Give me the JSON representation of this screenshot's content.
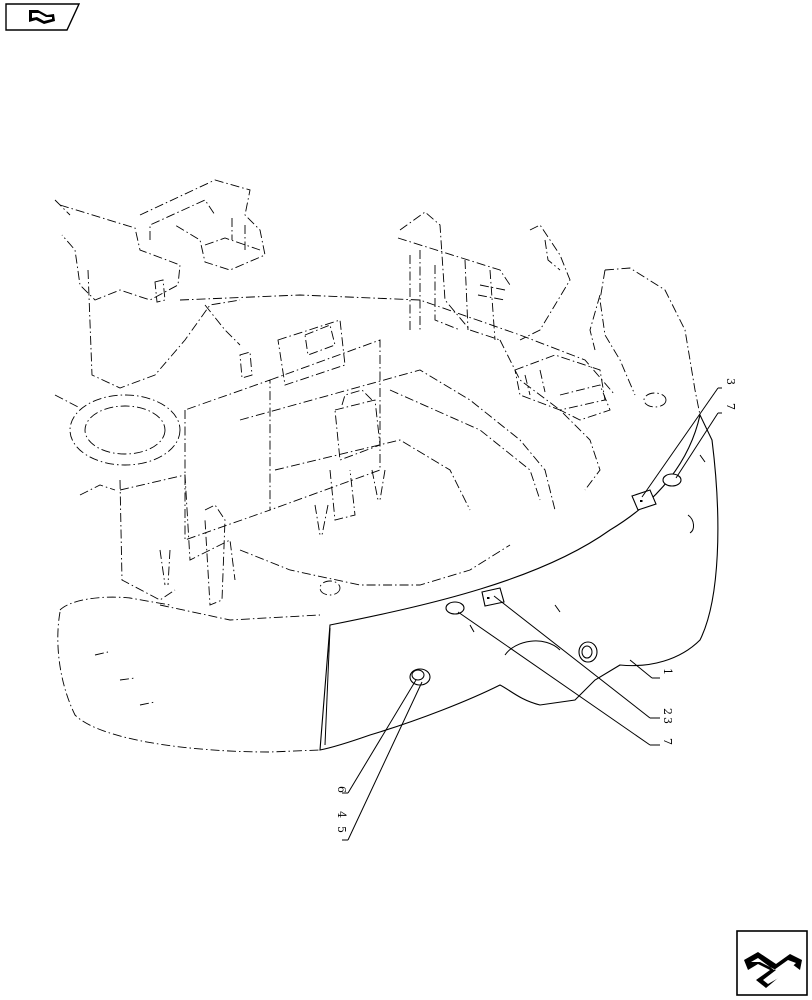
{
  "navigation": {
    "prev_icon": "arrow-prev-icon",
    "next_icon": "arrow-next-icon"
  },
  "callouts": [
    {
      "id": "c-3-top",
      "label": "3"
    },
    {
      "id": "c-7-top",
      "label": "7"
    },
    {
      "id": "c-1",
      "label": "1"
    },
    {
      "id": "c-2",
      "label": "2"
    },
    {
      "id": "c-3-bottom",
      "label": "3"
    },
    {
      "id": "c-7-bottom",
      "label": "7"
    },
    {
      "id": "c-6",
      "label": "6"
    },
    {
      "id": "c-4",
      "label": "4"
    },
    {
      "id": "c-5",
      "label": "5"
    }
  ]
}
